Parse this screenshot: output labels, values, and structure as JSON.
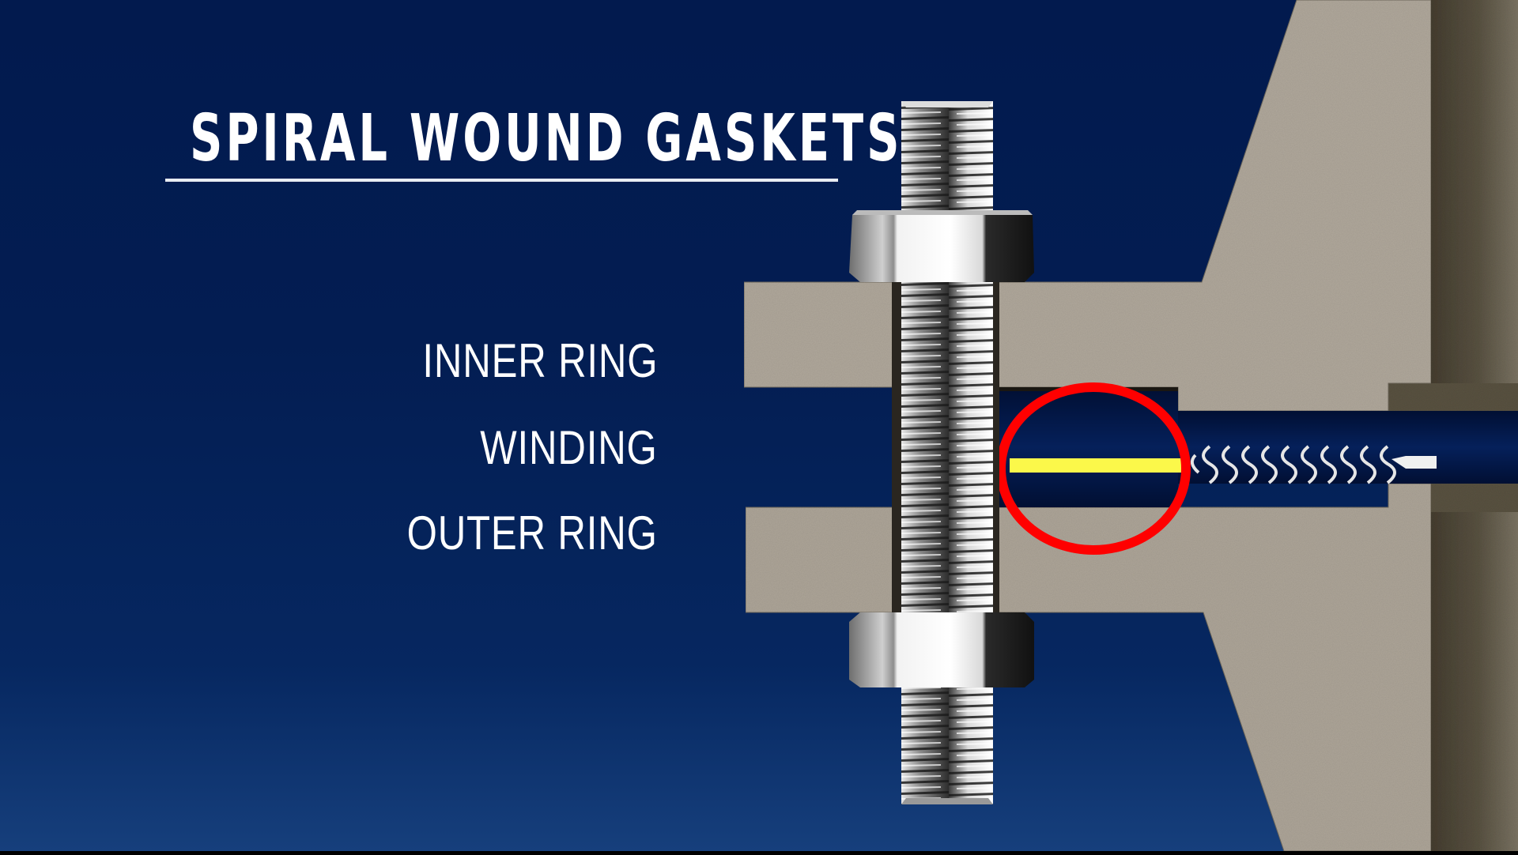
{
  "title": "SPIRAL WOUND GASKETS",
  "labels": {
    "inner_ring": "INNER RING",
    "winding": "WINDING",
    "outer_ring": "OUTER RING"
  },
  "highlight": {
    "active_component": "INNER RING",
    "circle_color": "#ff0000",
    "inner_ring_color": "#fbf84a"
  },
  "colors": {
    "background_top": "#021a4e",
    "background_bottom": "#163f7c",
    "flange": "#b0a89b",
    "pipe_wall": "#57503f",
    "winding": "#e8e8e8",
    "text": "#ffffff"
  }
}
